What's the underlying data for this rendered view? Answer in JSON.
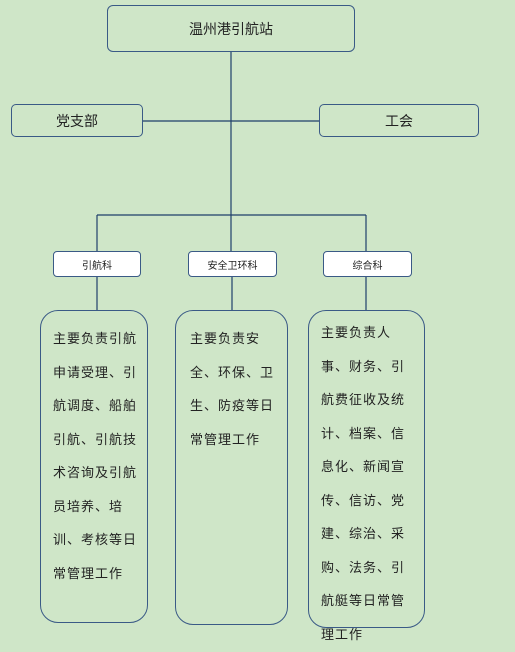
{
  "org": {
    "root": "温州港引航站",
    "left": "党支部",
    "right": "工会",
    "departments": [
      {
        "name": "引航科",
        "desc": "主要负责引航申请受理、引航调度、船舶引航、引航技术咨询及引航员培养、培训、考核等日常管理工作"
      },
      {
        "name": "安全卫环科",
        "desc": "主要负责安全、环保、卫生、防疫等日常管理工作"
      },
      {
        "name": "综合科",
        "desc": "主要负责人事、财务、引航费征收及统计、档案、信息化、新闻宣传、信访、党建、综治、采购、法务、引航艇等日常管理工作"
      }
    ]
  },
  "colors": {
    "background": "#cfe6c8",
    "border": "#3a5a86",
    "line": "#1f3f6a"
  }
}
